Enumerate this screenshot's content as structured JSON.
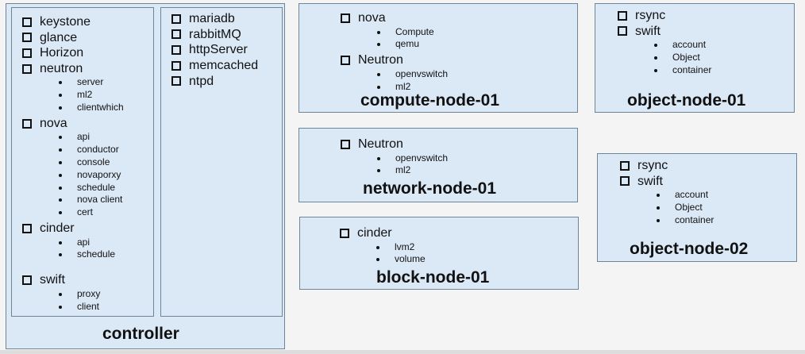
{
  "controller": {
    "title": "controller",
    "col1": [
      {
        "name": "keystone",
        "items": []
      },
      {
        "name": "glance",
        "items": []
      },
      {
        "name": "Horizon",
        "items": []
      },
      {
        "name": "neutron",
        "items": [
          "server",
          "ml2",
          "clientwhich"
        ]
      },
      {
        "name": "nova",
        "items": [
          "api",
          "conductor",
          "console",
          "novaporxy",
          "schedule",
          "nova client",
          "cert"
        ]
      },
      {
        "name": "cinder",
        "items": [
          "api",
          "schedule"
        ]
      },
      {
        "name": "swift",
        "items": [
          "proxy",
          "client"
        ]
      }
    ],
    "col2": [
      {
        "name": "mariadb",
        "items": []
      },
      {
        "name": "rabbitMQ",
        "items": []
      },
      {
        "name": "httpServer",
        "items": []
      },
      {
        "name": "memcached",
        "items": []
      },
      {
        "name": "ntpd",
        "items": []
      }
    ]
  },
  "compute": {
    "title": "compute-node-01",
    "groups": [
      {
        "name": "nova",
        "items": [
          "Compute",
          "qemu"
        ]
      },
      {
        "name": "Neutron",
        "items": [
          "openvswitch",
          "ml2"
        ]
      }
    ]
  },
  "network": {
    "title": "network-node-01",
    "groups": [
      {
        "name": "Neutron",
        "items": [
          "openvswitch",
          "ml2"
        ]
      }
    ]
  },
  "block": {
    "title": "block-node-01",
    "groups": [
      {
        "name": "cinder",
        "items": [
          "lvm2",
          "volume"
        ]
      }
    ]
  },
  "object1": {
    "title": "object-node-01",
    "groups": [
      {
        "name": "rsync",
        "items": []
      },
      {
        "name": "swift",
        "items": [
          "account",
          "Object",
          "container"
        ]
      }
    ]
  },
  "object2": {
    "title": "object-node-02",
    "groups": [
      {
        "name": "rsync",
        "items": []
      },
      {
        "name": "swift",
        "items": [
          "account",
          "Object",
          "container"
        ]
      }
    ]
  }
}
